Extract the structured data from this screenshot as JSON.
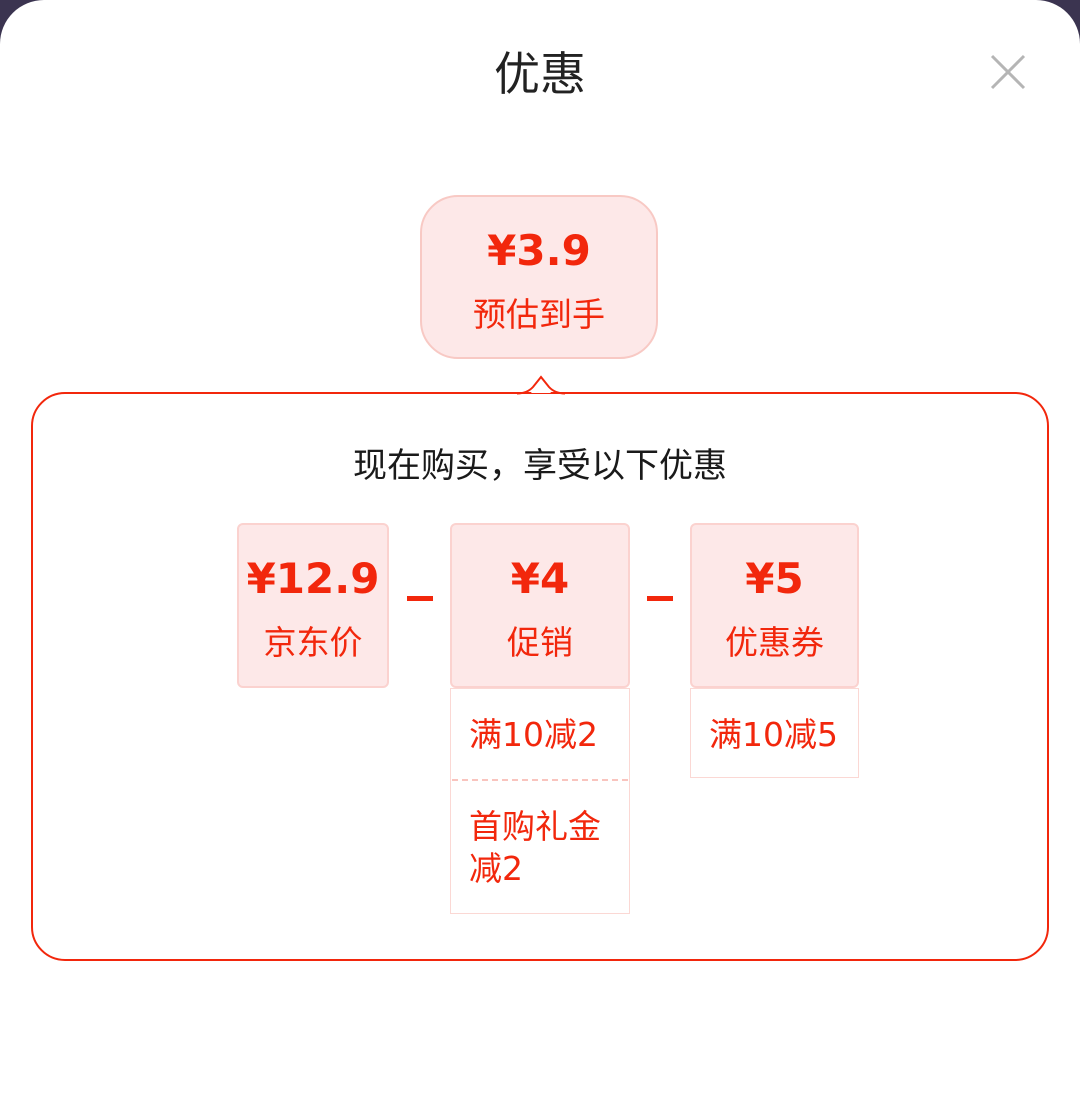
{
  "header": {
    "title": "优惠",
    "close_icon": "close-icon"
  },
  "estimate": {
    "amount": "¥3.9",
    "label": "预估到手"
  },
  "panel": {
    "subtitle": "现在购买，享受以下优惠"
  },
  "breakdown": {
    "price": {
      "value": "¥12.9",
      "label": "京东价"
    },
    "minus_1": "−",
    "promotion": {
      "value": "¥4",
      "label": "促销",
      "details": [
        "满10减2",
        "首购礼金减2"
      ]
    },
    "minus_2": "−",
    "coupon": {
      "value": "¥5",
      "label": "优惠券",
      "details": [
        "满10减5"
      ]
    }
  },
  "colors": {
    "accent": "#f2270c",
    "card_bg": "#fde8e8",
    "backdrop": "#3b3450"
  }
}
